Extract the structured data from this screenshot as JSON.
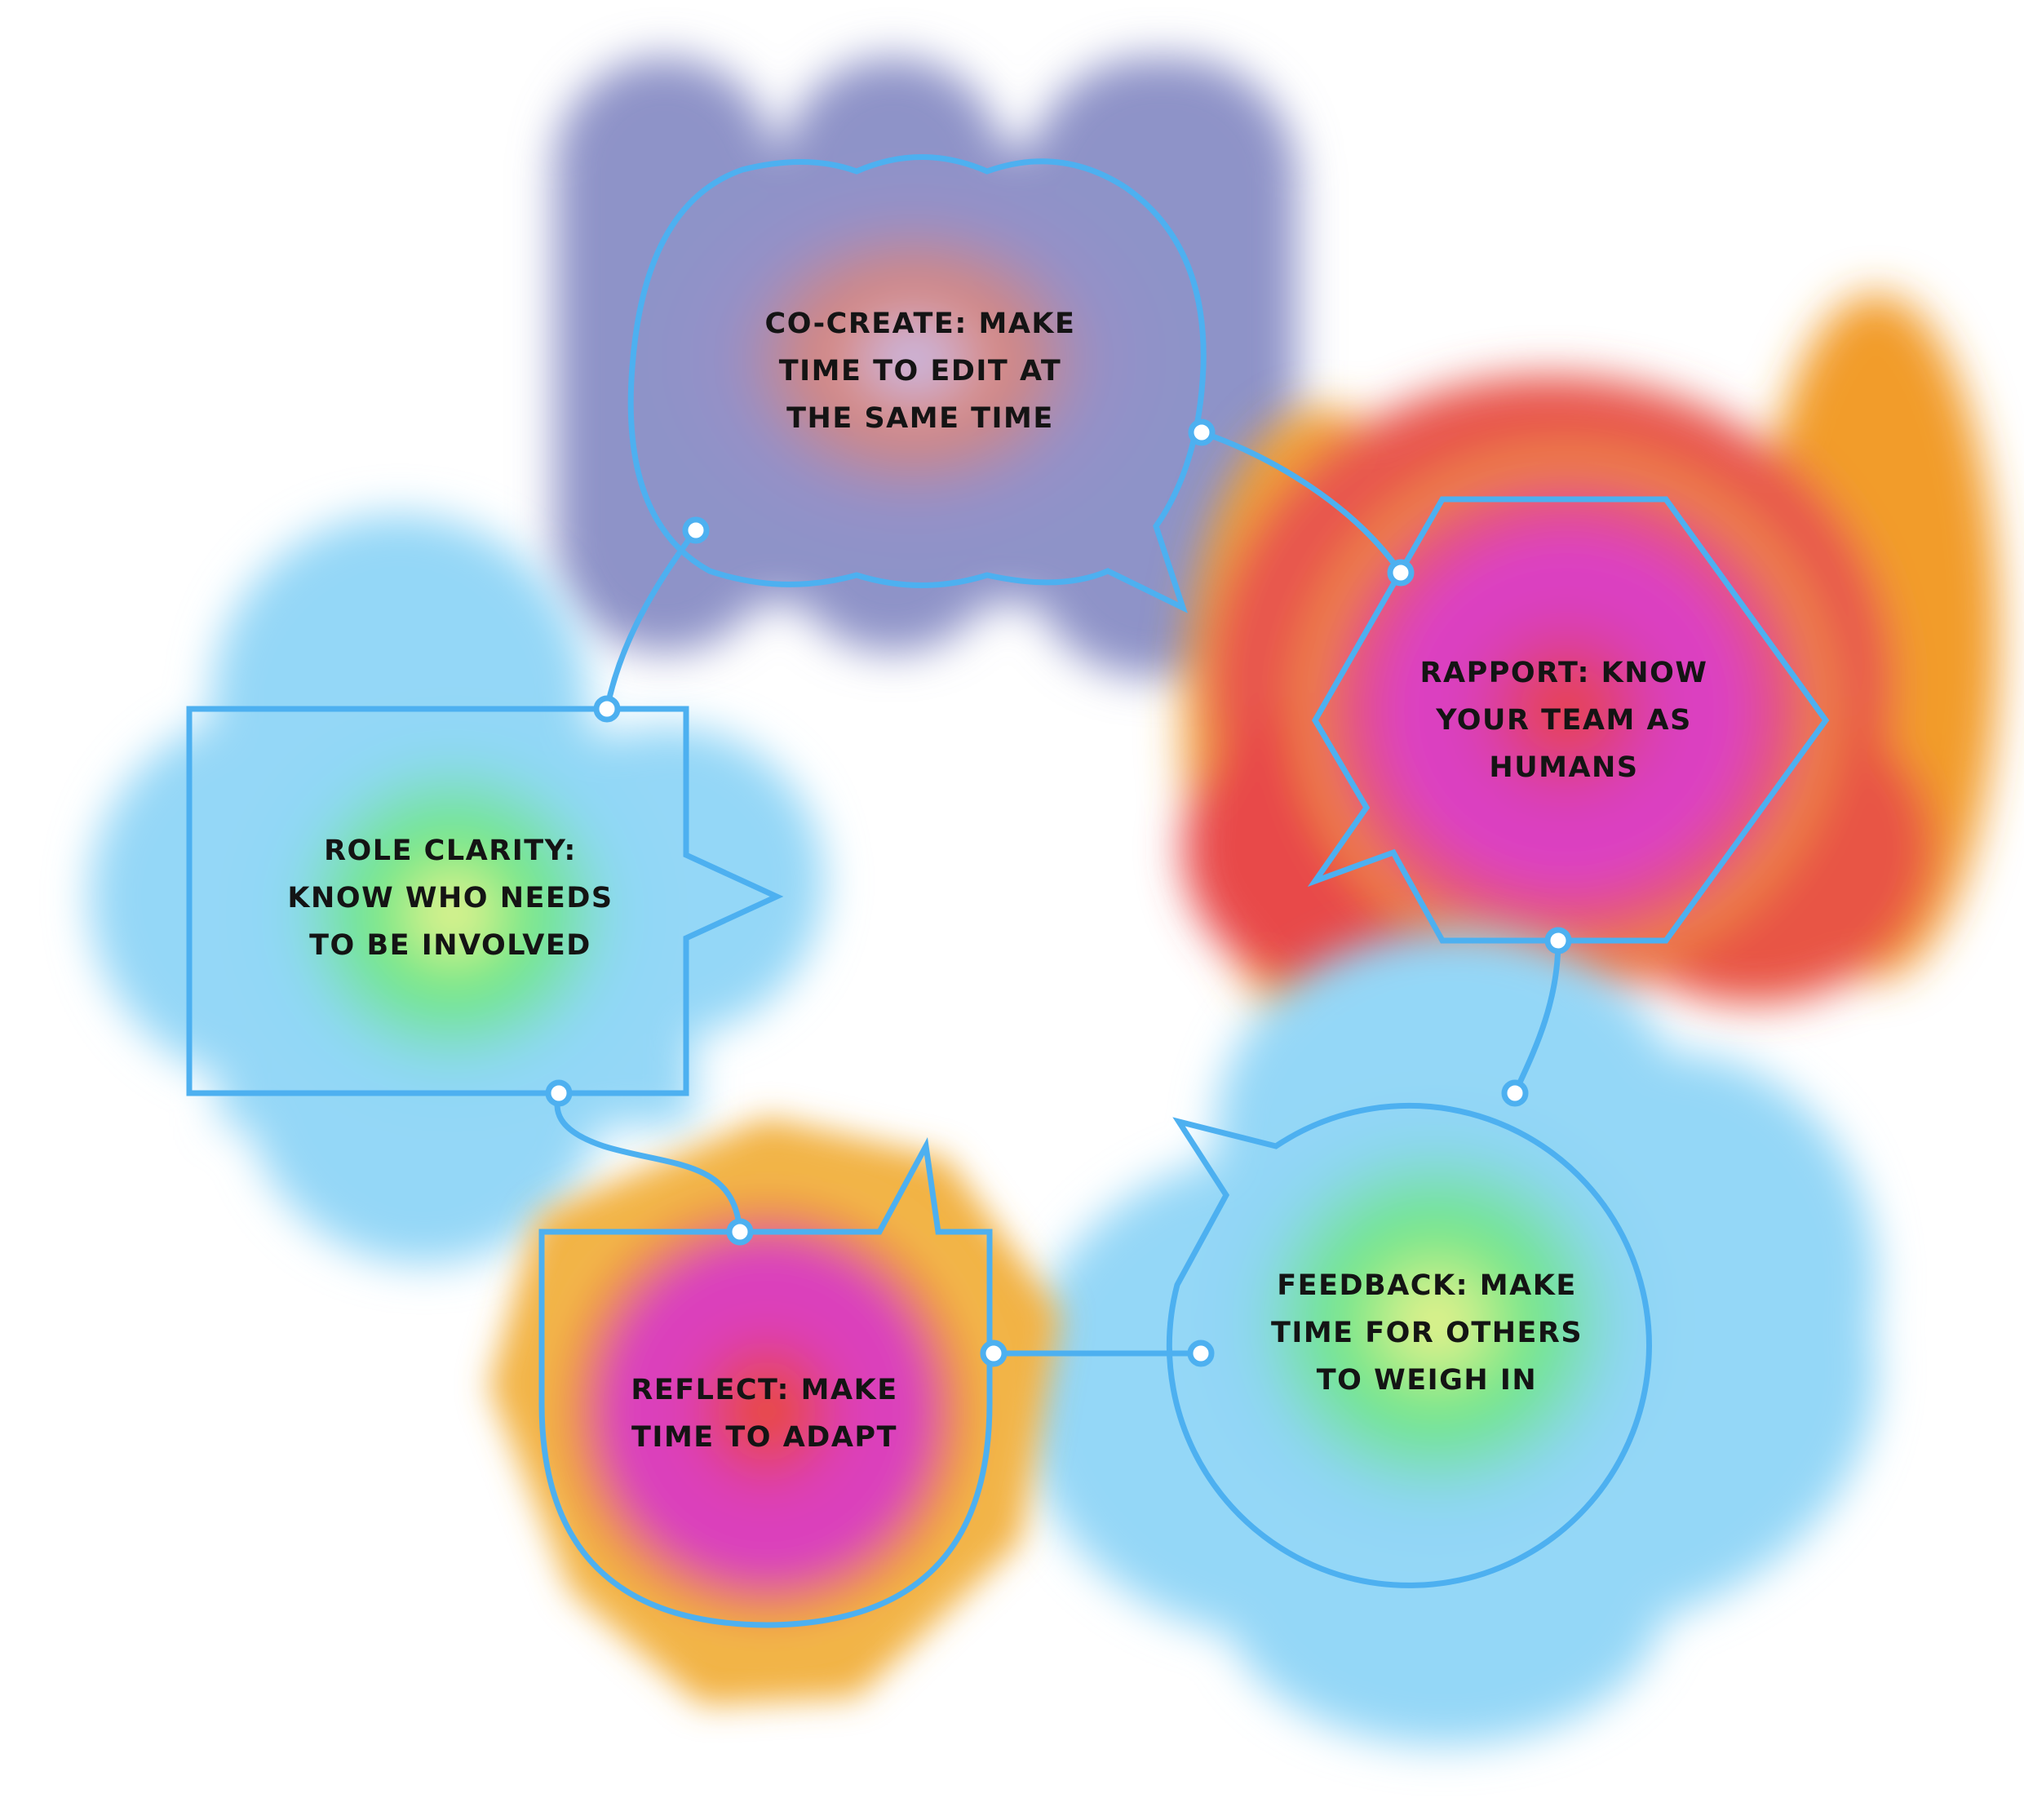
{
  "nodes": [
    {
      "id": "co-create",
      "lines": [
        "CO-CREATE: MAKE",
        "TIME TO EDIT AT",
        "THE SAME TIME"
      ]
    },
    {
      "id": "rapport",
      "lines": [
        "RAPPORT: KNOW",
        "YOUR TEAM AS",
        "HUMANS"
      ]
    },
    {
      "id": "role-clarity",
      "lines": [
        "ROLE CLARITY:",
        "KNOW WHO NEEDS",
        "TO BE INVOLVED"
      ]
    },
    {
      "id": "reflect",
      "lines": [
        "REFLECT: MAKE",
        "TIME TO ADAPT"
      ]
    },
    {
      "id": "feedback",
      "lines": [
        "FEEDBACK: MAKE",
        "TIME FOR OTHERS",
        "TO WEIGH IN"
      ]
    }
  ],
  "colors": {
    "outline": "#4db0f0",
    "text": "#141414",
    "background": "#ffffff"
  }
}
